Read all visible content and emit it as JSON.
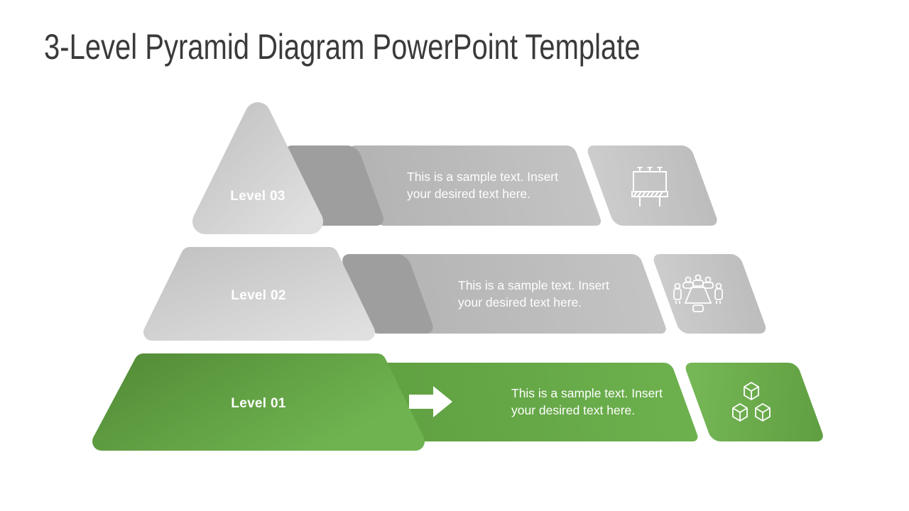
{
  "slide": {
    "title": "3-Level Pyramid Diagram PowerPoint Template"
  },
  "colors": {
    "background": "#ffffff",
    "title_text": "#3a3a3a",
    "accent_green": "#68ab47",
    "accent_green_dark": "#538c37",
    "accent_green_light": "#6fb350",
    "gray_segment_light": "#e0e0e0",
    "gray_segment": "#c2c2c2",
    "gray_connector": "#9e9e9e",
    "gray_bar": "#bbbbbb",
    "gray_cap": "#c6c6c6",
    "label_text": "#ffffff"
  },
  "levels": [
    {
      "label": "Level 03",
      "text_line1": "This is a sample text. Insert",
      "text_line2": "your desired text here.",
      "icon": "billboard-icon"
    },
    {
      "label": "Level 02",
      "text_line1": "This is a sample text. Insert",
      "text_line2": "your desired text here.",
      "icon": "meeting-table-icon"
    },
    {
      "label": "Level 01",
      "text_line1": "This is a sample text. Insert",
      "text_line2": "your desired text here.",
      "icon": "cubes-icon"
    }
  ]
}
